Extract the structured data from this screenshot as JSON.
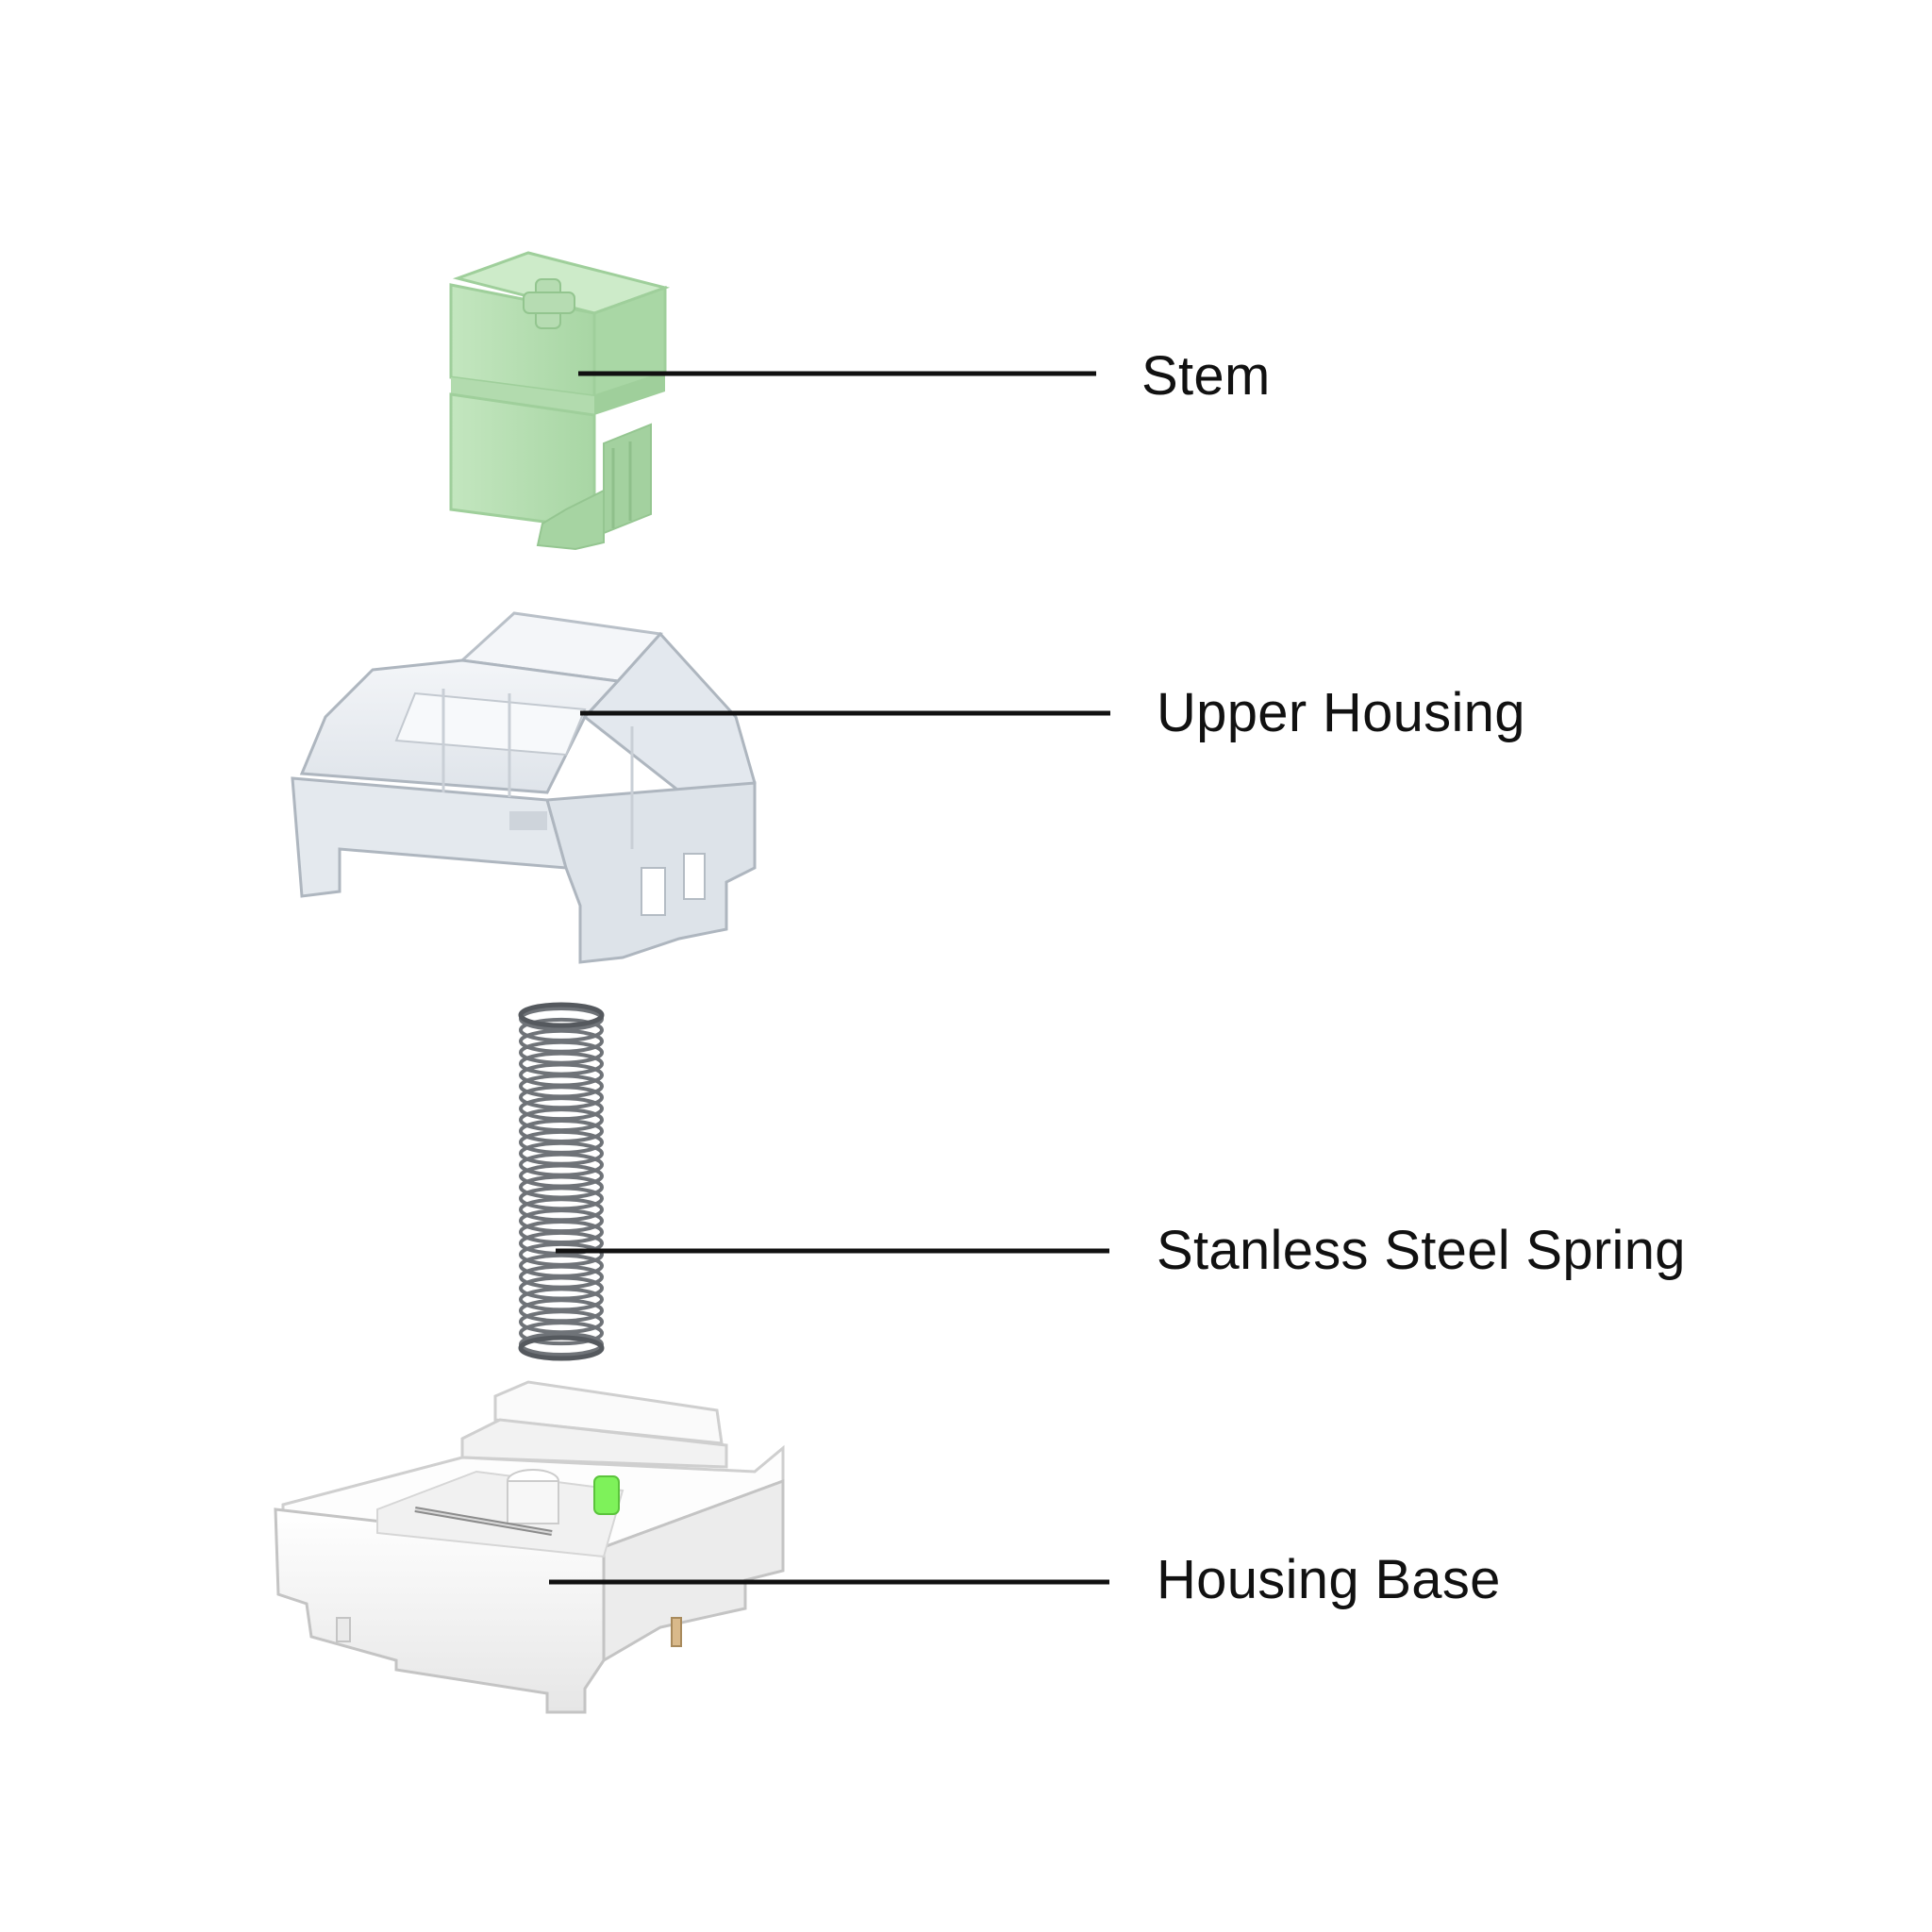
{
  "diagram": {
    "parts": [
      {
        "id": "stem",
        "label": "Stem"
      },
      {
        "id": "upper-housing",
        "label": "Upper Housing"
      },
      {
        "id": "spring",
        "label": "Stanless Steel Spring"
      },
      {
        "id": "housing-base",
        "label": "Housing Base"
      }
    ]
  },
  "colors": {
    "background": "#ffffff",
    "stem": "#b9dfb5",
    "stem_dark": "#9fcf9b",
    "housing_clear": "#e9edf1",
    "housing_edge": "#aeb6bf",
    "spring": "#6f7378",
    "base": "#f4f4f4",
    "base_edge": "#c9c9c9",
    "slider_green": "#7ef25a",
    "leader_line": "#111111"
  }
}
